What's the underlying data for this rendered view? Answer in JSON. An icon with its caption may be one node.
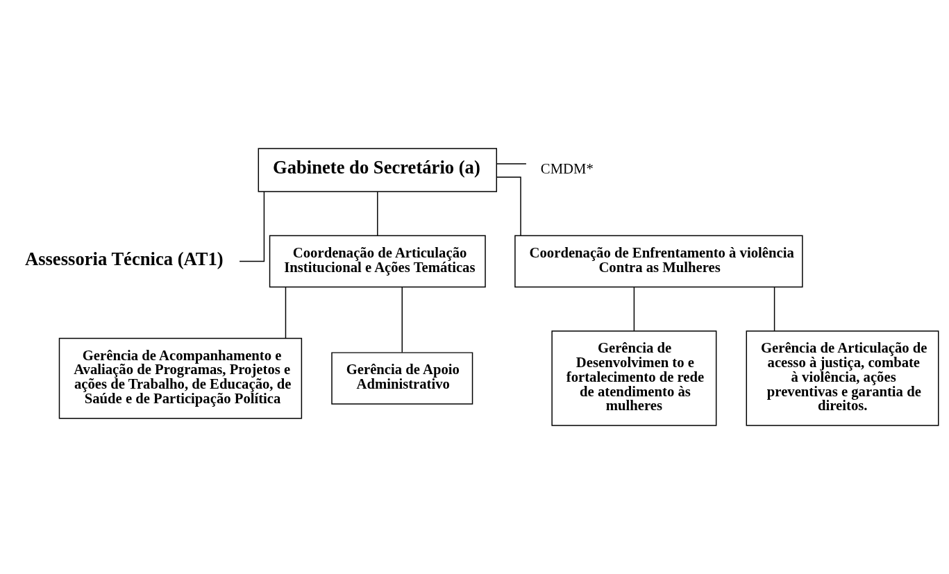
{
  "diagram": {
    "nodes": [
      {
        "text": [
          "Gabinete do Secretário (a)"
        ]
      },
      {
        "text": [
          "CMDM*"
        ]
      },
      {
        "text": [
          "Assessoria Técnica (AT1)"
        ]
      },
      {
        "text": [
          "Coordenação de Articulação Institucional e Ações Temáticas"
        ]
      },
      {
        "text": [
          "Coordenação de Enfrentamento à violência Contra as Mulheres"
        ]
      },
      {
        "text": [
          "Gerência de Acompanhamento e Avaliação de Programas, Projetos e ações de Trabalho, de Educação, de Saúde e de Participação Política"
        ]
      },
      {
        "text": [
          "Gerência de Apoio Administrativo"
        ]
      },
      {
        "text": [
          "Gerência de Desenvolvimen to e fortalecimento de rede de atendimento às mulheres"
        ]
      },
      {
        "text": [
          "Gerência de Articulação de acesso à justiça, combate à violência, ações preventivas e garantia de direitos."
        ]
      }
    ],
    "edges": [
      {
        "from": 0,
        "to": 1,
        "arrow": "none"
      },
      {
        "from": 0,
        "to": 2,
        "arrow": "none"
      },
      {
        "from": 0,
        "to": 3,
        "arrow": "none"
      },
      {
        "from": 0,
        "to": 4,
        "arrow": "none"
      },
      {
        "from": 3,
        "to": 5,
        "arrow": "none"
      },
      {
        "from": 3,
        "to": 6,
        "arrow": "none"
      },
      {
        "from": 4,
        "to": 7,
        "arrow": "none"
      },
      {
        "from": 4,
        "to": 8,
        "arrow": "none"
      }
    ]
  }
}
